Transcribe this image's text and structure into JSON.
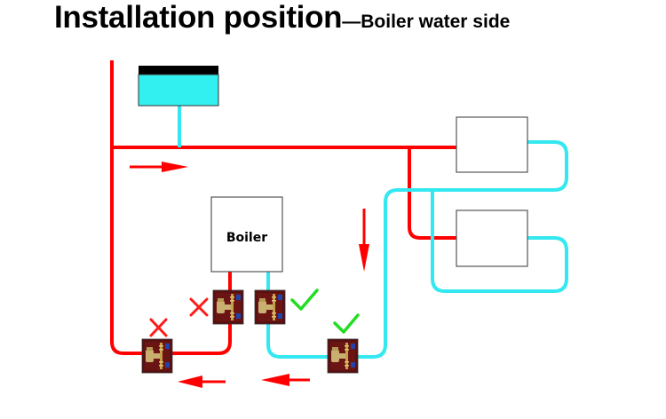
{
  "title": {
    "main": "Installation position",
    "separator": "—",
    "sub": "Boiler water side"
  },
  "diagram": {
    "boiler_label": "Boiler",
    "colors": {
      "hot_pipe": "#ff0000",
      "cold_pipe": "#33e8f0",
      "tank_water": "#33f0f0",
      "tank_top": "#000000",
      "correct_mark": "#22dd22",
      "wrong_mark": "#ff1a1a",
      "valve_bg": "#5a1010",
      "valve_brass": "#c9b070"
    },
    "valves": [
      {
        "id": "valve-supply-main",
        "status": "wrong"
      },
      {
        "id": "valve-boiler-outlet",
        "status": "wrong"
      },
      {
        "id": "valve-boiler-return",
        "status": "correct"
      },
      {
        "id": "valve-return-line",
        "status": "correct"
      }
    ],
    "flow_arrows": [
      {
        "id": "arrow-supply-right",
        "direction": "right"
      },
      {
        "id": "arrow-riser-down",
        "direction": "down"
      },
      {
        "id": "arrow-return-left-1",
        "direction": "left"
      },
      {
        "id": "arrow-return-left-2",
        "direction": "left"
      }
    ]
  }
}
